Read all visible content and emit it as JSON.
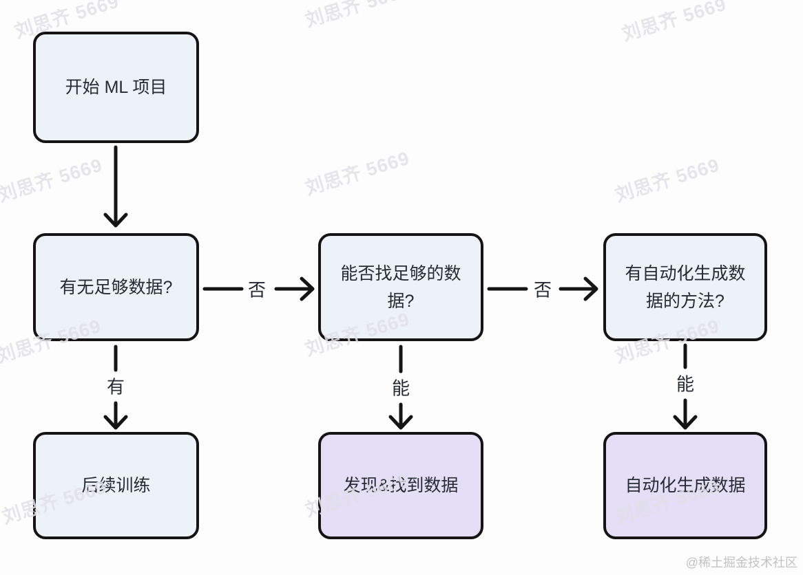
{
  "diagram": {
    "title_hint": "ML data acquisition decision flowchart",
    "nodes": {
      "start": {
        "label": "开始 ML 项目",
        "variant": "default"
      },
      "has_enough_data": {
        "label": "有无足够数据?",
        "variant": "default"
      },
      "can_find_enough_data": {
        "label": "能否找足够的数据?",
        "variant": "default"
      },
      "has_auto_generation_method": {
        "label": "有自动化生成数据的方法?",
        "variant": "default"
      },
      "continue_training": {
        "label": "后续训练",
        "variant": "default"
      },
      "discover_find_data": {
        "label": "发现&找到数据",
        "variant": "highlight"
      },
      "auto_generate_data": {
        "label": "自动化生成数据",
        "variant": "highlight"
      }
    },
    "edges": [
      {
        "from": "start",
        "to": "has_enough_data",
        "label": ""
      },
      {
        "from": "has_enough_data",
        "to": "can_find_enough_data",
        "label": "否"
      },
      {
        "from": "can_find_enough_data",
        "to": "has_auto_generation_method",
        "label": "否"
      },
      {
        "from": "has_enough_data",
        "to": "continue_training",
        "label": "有"
      },
      {
        "from": "can_find_enough_data",
        "to": "discover_find_data",
        "label": "能"
      },
      {
        "from": "has_auto_generation_method",
        "to": "auto_generate_data",
        "label": "能"
      }
    ],
    "edge_labels": {
      "no_1": "否",
      "no_2": "否",
      "have": "有",
      "can_1": "能",
      "can_2": "能"
    }
  },
  "watermark": {
    "text": "刘思齐 5669"
  },
  "attribution": {
    "text": "@稀土掘金技术社区"
  },
  "colors": {
    "background": "#fdfdfd",
    "node_fill_default": "#edf1f8",
    "node_fill_highlight": "#e4def6",
    "node_border": "#141414",
    "arrow": "#141414",
    "node_text": "#262a33",
    "attribution": "#c2c2c2"
  }
}
